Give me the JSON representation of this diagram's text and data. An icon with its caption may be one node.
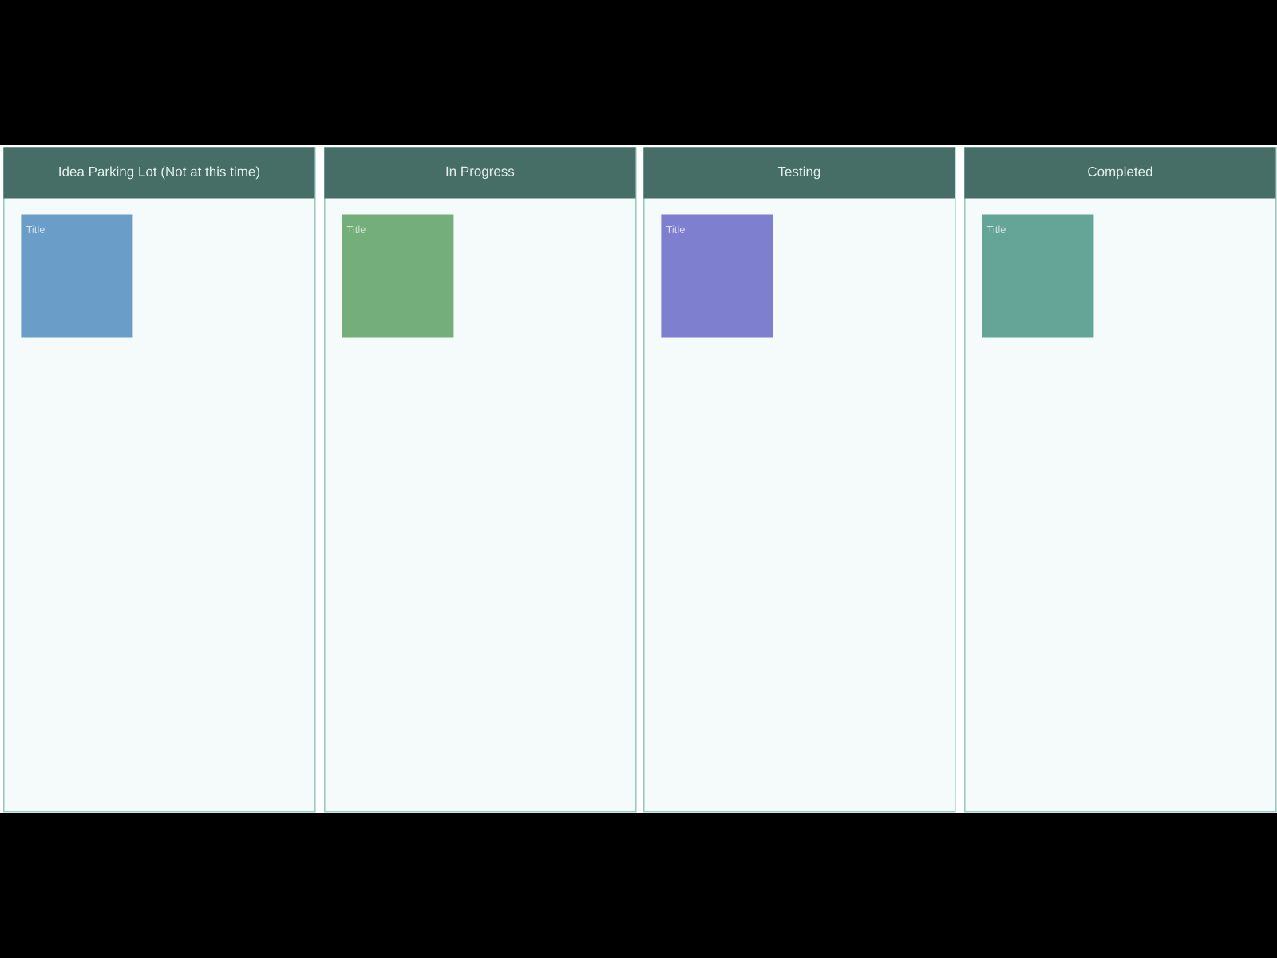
{
  "diagram": {
    "nodes": [
      {
        "text": [
          "Idea Parking Lot (Not at this time)"
        ]
      },
      {
        "text": [
          "Title"
        ],
        "in": 0
      },
      {
        "text": [
          "In Progress"
        ]
      },
      {
        "text": [
          "Title"
        ],
        "in": 2
      },
      {
        "text": [
          "Testing"
        ]
      },
      {
        "text": [
          "Title"
        ],
        "in": 4
      },
      {
        "text": [
          "Completed"
        ]
      },
      {
        "text": [
          "Title"
        ],
        "in": 6
      }
    ]
  }
}
